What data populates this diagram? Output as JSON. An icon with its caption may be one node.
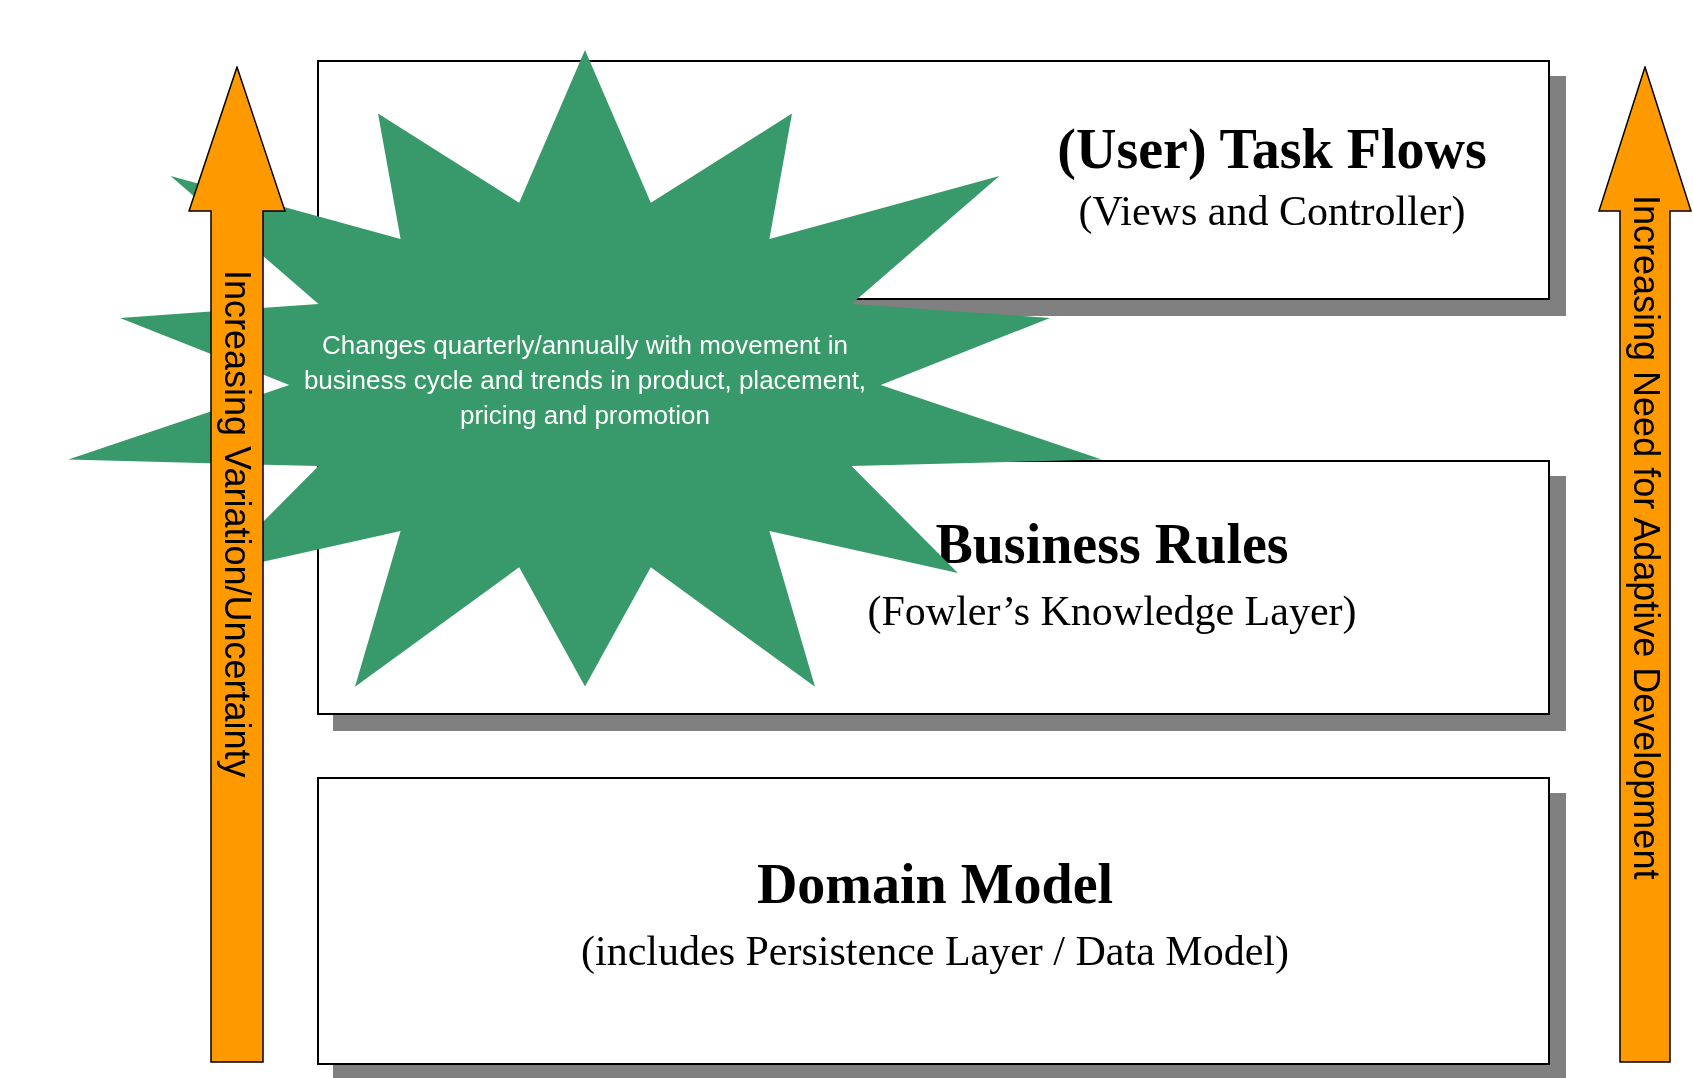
{
  "diagram": {
    "nodes": [
      {
        "text": [
          "(User) Task Flows",
          "(Views and Controller)"
        ]
      },
      {
        "text": [
          "Business Rules",
          "(Fowler’s Knowledge Layer)"
        ]
      },
      {
        "text": [
          "Domain Model",
          "(includes Persistence Layer / Data Model)"
        ]
      },
      {
        "text": [
          "Changes quarterly/annually with movement in business cycle and trends in product, placement, pricing and promotion"
        ]
      }
    ],
    "labels": [
      "Increasing Variation/Uncertainty",
      "Increasing Need for Adaptive Development"
    ]
  }
}
